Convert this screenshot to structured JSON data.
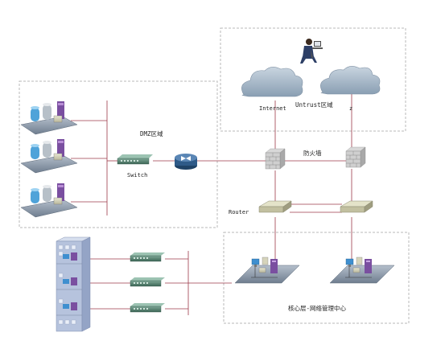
{
  "labels": {
    "dmz": "DMZ区域",
    "switch": "Switch",
    "internet": "Internet",
    "untrust": "Untrust区域",
    "z": "z",
    "firewall": "防火墙",
    "router": "Router",
    "core": "核心层-网络管理中心"
  },
  "colors": {
    "dashed_border": "#b8b8b8",
    "link_line": "#9c3a4a",
    "cloud": "#9fb1c2",
    "switch_body": "#4f7f6c",
    "platform": "#7a8899",
    "building": "#b6c3dd",
    "router": "#2e5a88"
  },
  "icons": {
    "clouds": "cloud-icon",
    "operator": "user-at-computer-icon",
    "firewall": "firewall-icon",
    "router": "router-icon",
    "switch": "switch-icon",
    "server_group": "server-group-icon",
    "workstation_group": "workstation-platform-icon",
    "building": "office-building-icon"
  }
}
